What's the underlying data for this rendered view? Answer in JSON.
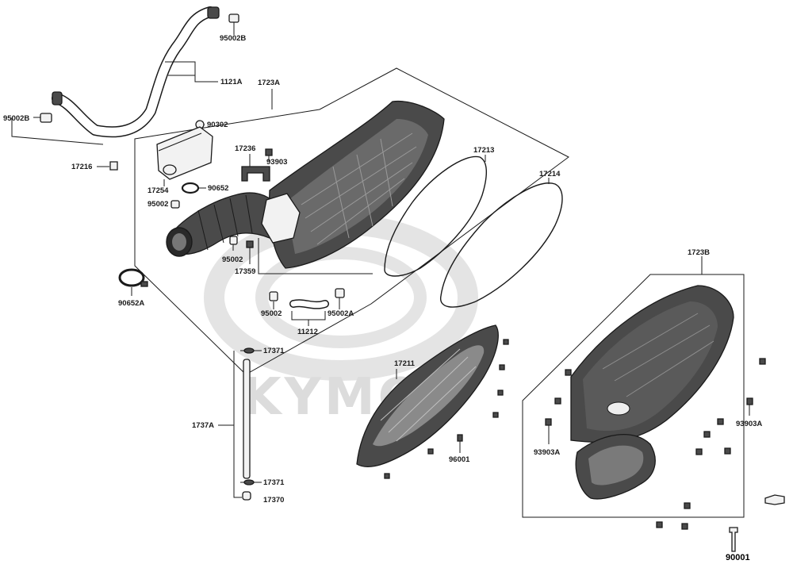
{
  "diagram": {
    "watermark": "KYMCO",
    "groups": [
      "1723A",
      "1723B"
    ],
    "labels": {
      "p95002B_top": "95002B",
      "p1121A": "1121A",
      "p95002B_left": "95002B",
      "p1723A": "1723A",
      "p90302": "90302",
      "p17216": "17216",
      "p17236": "17236",
      "p93903": "93903",
      "p17213": "17213",
      "p17214": "17214",
      "p17254": "17254",
      "p90652": "90652",
      "p95002_a": "95002",
      "p95002_b": "95002",
      "p17359": "17359",
      "p90652A": "90652A",
      "p95002_c": "95002",
      "p95002A": "95002A",
      "p11212": "11212",
      "p17371_top": "17371",
      "p1737A": "1737A",
      "p17371_bot": "17371",
      "p17370": "17370",
      "p17211": "17211",
      "p96001": "96001",
      "p1723B": "1723B",
      "p93903A_right": "93903A",
      "p93903A_left": "93903A",
      "p90001": "90001"
    }
  }
}
